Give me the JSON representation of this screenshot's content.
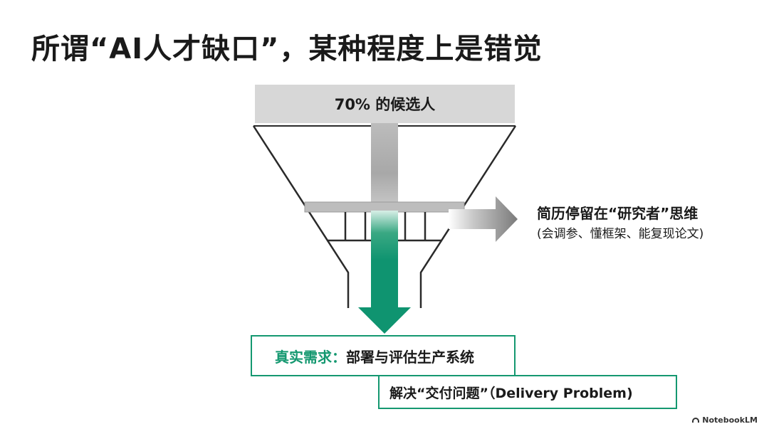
{
  "slide": {
    "title": "所谓“AI人才缺口”，某种程度上是错觉"
  },
  "funnel": {
    "top_label": "70% 的候选人",
    "rejected": {
      "line1": "简历停留在“研究者”思维",
      "line2": "(会调参、懂框架、能复现论文)"
    },
    "real_need": {
      "label": "真实需求：",
      "text": "部署与评估生产系统"
    },
    "solution": "解决“交付问题”（Delivery Problem)"
  },
  "colors": {
    "accent_green": "#149870",
    "funnel_gray": "#d7d7d7",
    "line_dark": "#2a2a2a"
  },
  "brand": {
    "name": "NotebookLM",
    "icon": "notebooklm-logo-icon"
  }
}
